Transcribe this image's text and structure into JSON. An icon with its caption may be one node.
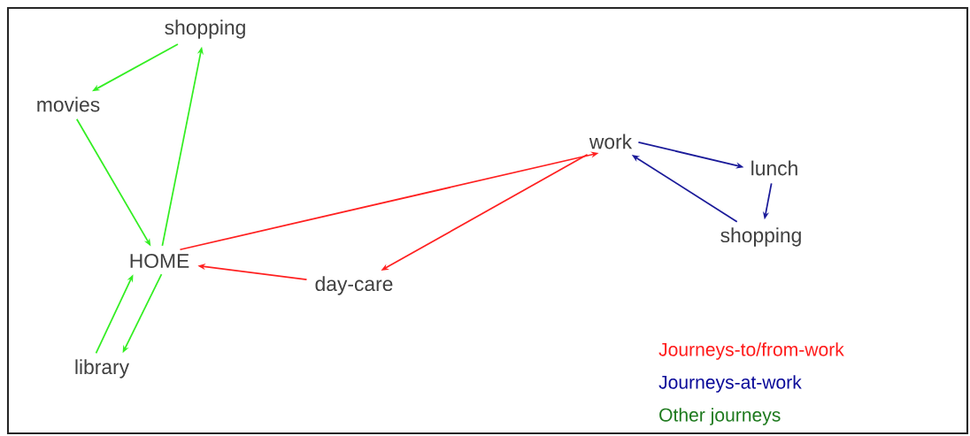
{
  "diagram": {
    "nodes": [
      {
        "text": [
          "shopping"
        ]
      },
      {
        "text": [
          "movies"
        ]
      },
      {
        "text": [
          "work"
        ]
      },
      {
        "text": [
          "lunch"
        ]
      },
      {
        "text": [
          "shopping"
        ]
      },
      {
        "text": [
          "HOME"
        ]
      },
      {
        "text": [
          "day-care"
        ]
      },
      {
        "text": [
          "library"
        ]
      }
    ],
    "edges": [
      {
        "from": 0,
        "to": 1,
        "arrow": "to"
      },
      {
        "from": 1,
        "to": 5,
        "arrow": "to"
      },
      {
        "from": 5,
        "to": 0,
        "arrow": "to"
      },
      {
        "from": 7,
        "to": 5,
        "arrow": "to"
      },
      {
        "from": 5,
        "to": 7,
        "arrow": "to"
      },
      {
        "from": 5,
        "to": 2,
        "arrow": "to",
        "color": "#ff2020"
      },
      {
        "from": 2,
        "to": 6,
        "arrow": "to",
        "color": "#ff2020"
      },
      {
        "from": 6,
        "to": 5,
        "arrow": "to",
        "color": "#ff2020"
      },
      {
        "from": 2,
        "to": 3,
        "arrow": "to",
        "color": "#1a1a99"
      },
      {
        "from": 3,
        "to": 4,
        "arrow": "to",
        "color": "#1a1a99"
      },
      {
        "from": 4,
        "to": 2,
        "arrow": "to",
        "color": "#1a1a99"
      }
    ],
    "legend": [
      {
        "text": "Journeys-to/from-work",
        "color": "#ff1a1a"
      },
      {
        "text": "Journeys-at-work",
        "color": "#0a0a99"
      },
      {
        "text": "Other journeys",
        "color": "#1e7a1e"
      }
    ]
  }
}
